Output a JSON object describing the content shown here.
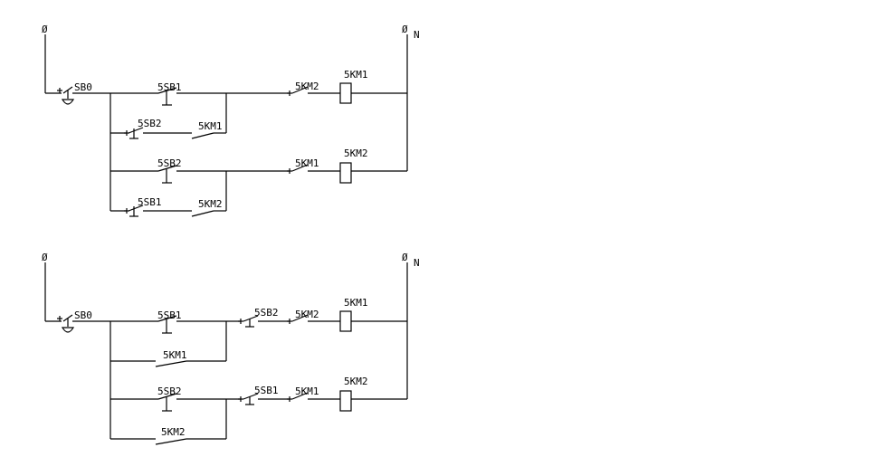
{
  "diagram1": {
    "phase_symbol": "Ø",
    "neutral_symbol": "Ø",
    "neutral_label": "N",
    "stop_button": "SB0",
    "start_fwd": "5SB1",
    "start_rev": "5SB2",
    "interlock_fwd": "5KM2",
    "interlock_rev": "5KM1",
    "hold_fwd": "5KM1",
    "hold_rev": "5KM2",
    "coil_fwd": "5KM1",
    "coil_rev": "5KM2",
    "btn_interlock_row1": "5SB2",
    "btn_interlock_row2": "5SB1"
  },
  "diagram2": {
    "phase_symbol": "Ø",
    "neutral_symbol": "Ø",
    "neutral_label": "N",
    "stop_button": "SB0",
    "start_fwd": "5SB1",
    "start_rev": "5SB2",
    "btn_interlock_fwd": "5SB2",
    "btn_interlock_rev": "5SB1",
    "interlock_fwd": "5KM2",
    "interlock_rev": "5KM1",
    "hold_fwd": "5KM1",
    "hold_rev": "5KM2",
    "coil_fwd": "5KM1",
    "coil_rev": "5KM2"
  }
}
